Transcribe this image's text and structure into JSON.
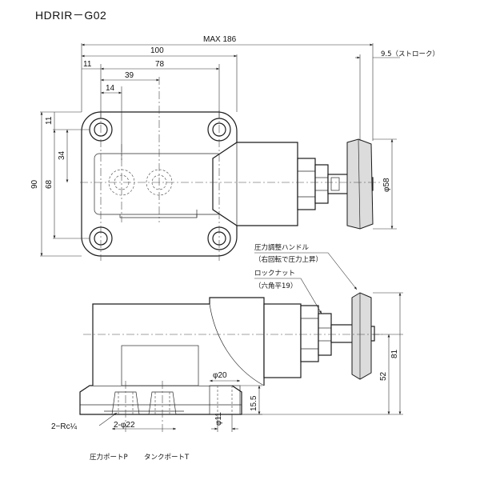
{
  "title": "HDRIR－G02",
  "dimensions": {
    "max_length": "MAX 186",
    "overall_100": "100",
    "d_11_top": "11",
    "d_78": "78",
    "d_39": "39",
    "d_14": "14",
    "stroke": "9.5（ストローク）",
    "height_90": "90",
    "height_68": "68",
    "height_34": "34",
    "d_11_side": "11",
    "phi58": "φ58",
    "d_81": "81",
    "d_52": "52",
    "phi20": "φ20",
    "d_15_5": "15.5",
    "phi11": "φ11",
    "phi22": "2-φ22",
    "rc": "2−Rc¼"
  },
  "notes": {
    "handle": "圧力調整ハンドル",
    "handle_sub": "（右回転で圧力上昇）",
    "locknut": "ロックナット",
    "locknut_sub": "（六角平19）"
  },
  "ports": {
    "pressure": "圧力ポートP",
    "tank": "タンクポートT"
  }
}
